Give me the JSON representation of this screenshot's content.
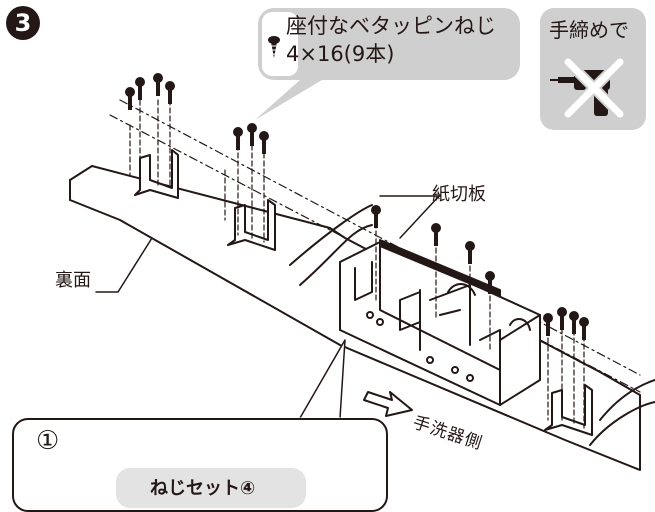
{
  "step": {
    "number": "3"
  },
  "screw_callout": {
    "name": "座付なベタッピンねじ",
    "spec": "4×16(9本)",
    "icon": "screw-icon"
  },
  "tool_note": {
    "label": "手締めで",
    "icon": "no-power-drill-icon"
  },
  "parts": {
    "paper_cutter": "紙切板",
    "back_side": "裏面",
    "hand_wash_side": "手洗器側"
  },
  "sub_step": {
    "number": "①",
    "screw_set": "ねじセット④"
  },
  "colors": {
    "ink": "#231815",
    "callout_gray": "#cfcfcf",
    "light_gray": "#e3e3e3",
    "paper": "#ffffff"
  }
}
